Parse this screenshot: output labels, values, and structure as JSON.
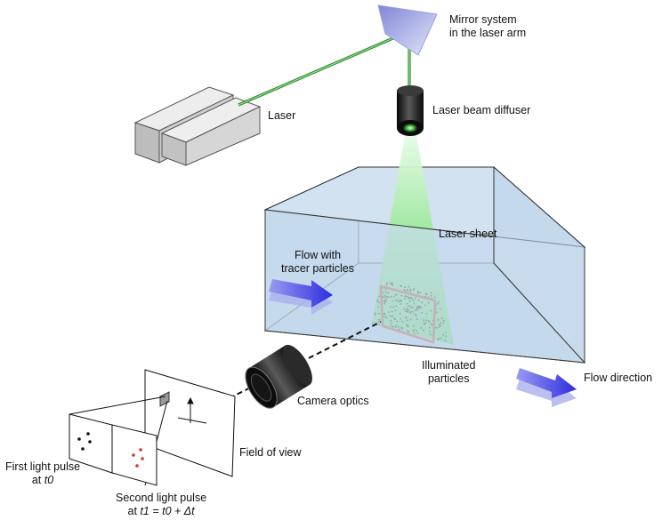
{
  "labels": {
    "mirror": [
      "Mirror system",
      "in the laser arm"
    ],
    "laser": "Laser",
    "diffuser": "Laser beam diffuser",
    "laser_sheet": "Laser sheet",
    "flow_tracer": [
      "Flow with",
      "tracer particles"
    ],
    "illuminated": [
      "Illuminated",
      "particles"
    ],
    "flow_direction": "Flow direction",
    "camera_optics": "Camera optics",
    "field_of_view": "Field of view",
    "first_pulse": [
      "First light pulse",
      "at",
      "t0"
    ],
    "second_pulse": [
      "Second light pulse",
      "at",
      "t1 = t0 + Δt"
    ]
  },
  "colors": {
    "tank_fill": "#c9dcee",
    "tank_edge": "#333333",
    "laser_beam": "#3aa53a",
    "laser_sheet": "#7ddf7d",
    "flow_arrow": "#3b3bdb",
    "roi_box": "#c0392b",
    "particle": "#111111",
    "particle_second": "#d0392b",
    "laser_body": "#cfcfcf",
    "mirror": "#a8aee6"
  }
}
